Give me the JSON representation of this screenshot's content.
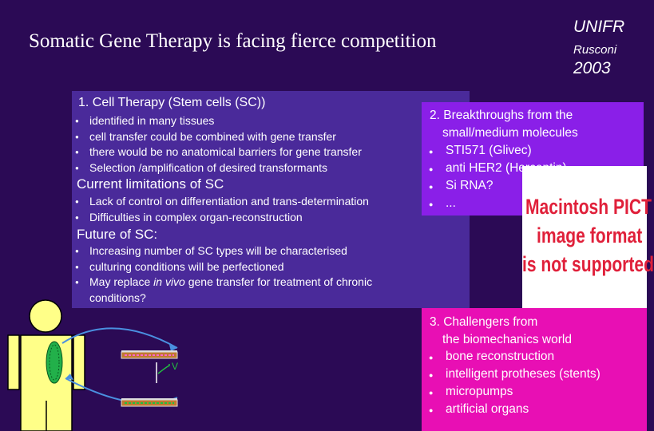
{
  "header": {
    "title": "Somatic Gene Therapy is facing fierce competition",
    "org": "UNIFR",
    "author": "Rusconi",
    "year": "2003"
  },
  "cell_therapy": {
    "heading": "1. Cell Therapy (Stem cells (SC))",
    "bullets": [
      "identified in many tissues",
      "cell transfer could be combined with gene transfer",
      "there would be no anatomical barriers for gene transfer",
      "Selection /amplification of desired transformants"
    ],
    "limitations_heading": "Current limitations of SC",
    "limitations": [
      "Lack of control on differentiation and  trans-determination",
      "Difficulties in complex organ-reconstruction"
    ],
    "future_heading": "Future of SC:",
    "future": [
      "Increasing number of SC types will be characterised",
      "culturing conditions will be perfectioned",
      "May replace ",
      "in vivo",
      " gene transfer for treatment of chronic",
      "conditions?"
    ]
  },
  "breakthroughs": {
    "heading_line1": "2. Breakthroughs from the",
    "heading_line2": "small/medium molecules",
    "bullets": [
      "STI571 (Glivec)",
      "anti HER2 (Herceptin)",
      "Si RNA?",
      "..."
    ]
  },
  "challengers": {
    "heading_line1": "3. Challengers from",
    "heading_line2": "the biomechanics world",
    "bullets": [
      "bone reconstruction",
      "intelligent protheses (stents)",
      "micropumps",
      "artificial organs"
    ]
  },
  "placeholder_picture": {
    "line1": "Macintosh PICT",
    "line2": "image format",
    "line3": "is not supported"
  },
  "diagram": {
    "v_label": "V"
  },
  "colors": {
    "background": "#2b0a55",
    "box1": "#4a2a9a",
    "box2": "#8a1fe8",
    "box3": "#e80fb4",
    "figure": "#ffff88"
  }
}
